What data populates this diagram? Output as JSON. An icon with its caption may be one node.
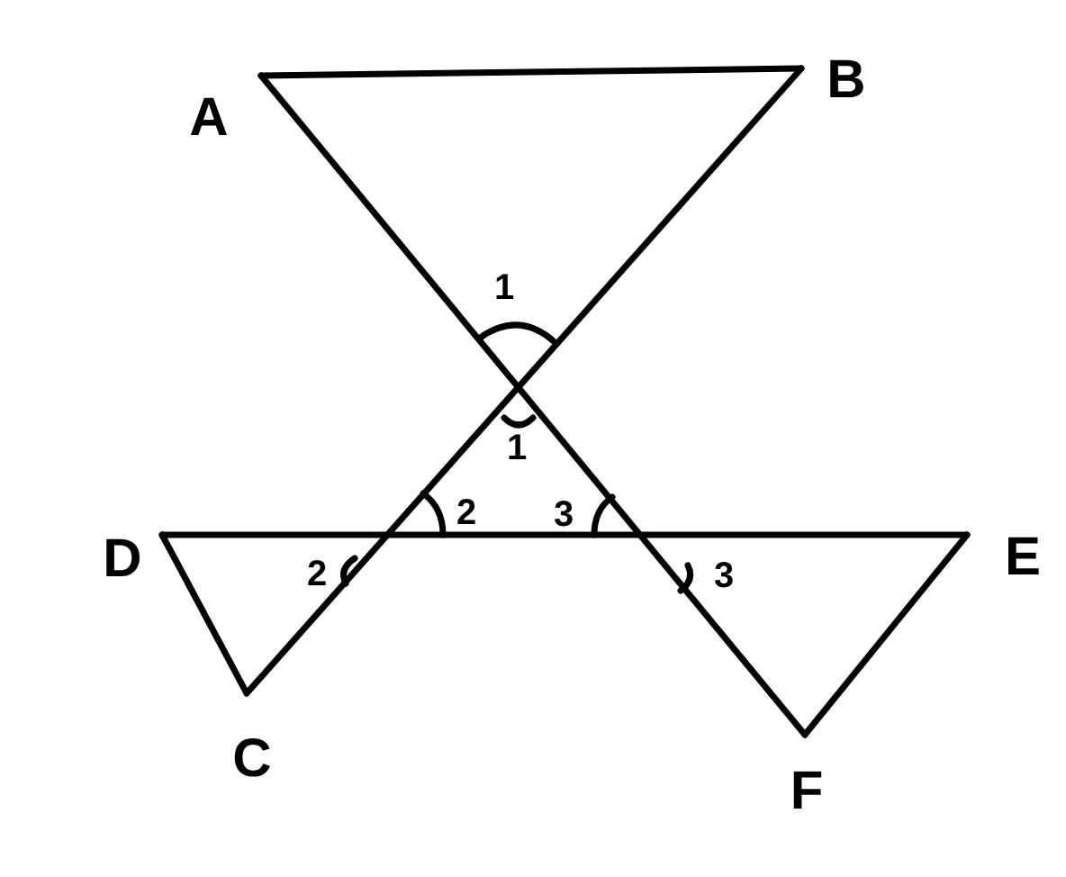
{
  "diagram": {
    "labels": [
      "B",
      "A",
      "1",
      "1",
      "2",
      "3",
      "D",
      "E",
      "2",
      "3",
      "C",
      "F"
    ]
  }
}
